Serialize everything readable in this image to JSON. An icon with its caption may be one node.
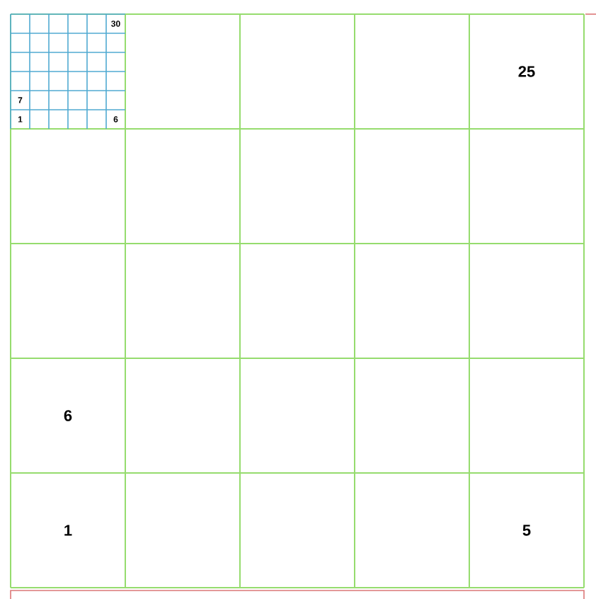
{
  "diagram": {
    "labels": [
      "30",
      "7",
      "1",
      "6",
      "25",
      "6",
      "1",
      "5"
    ]
  }
}
